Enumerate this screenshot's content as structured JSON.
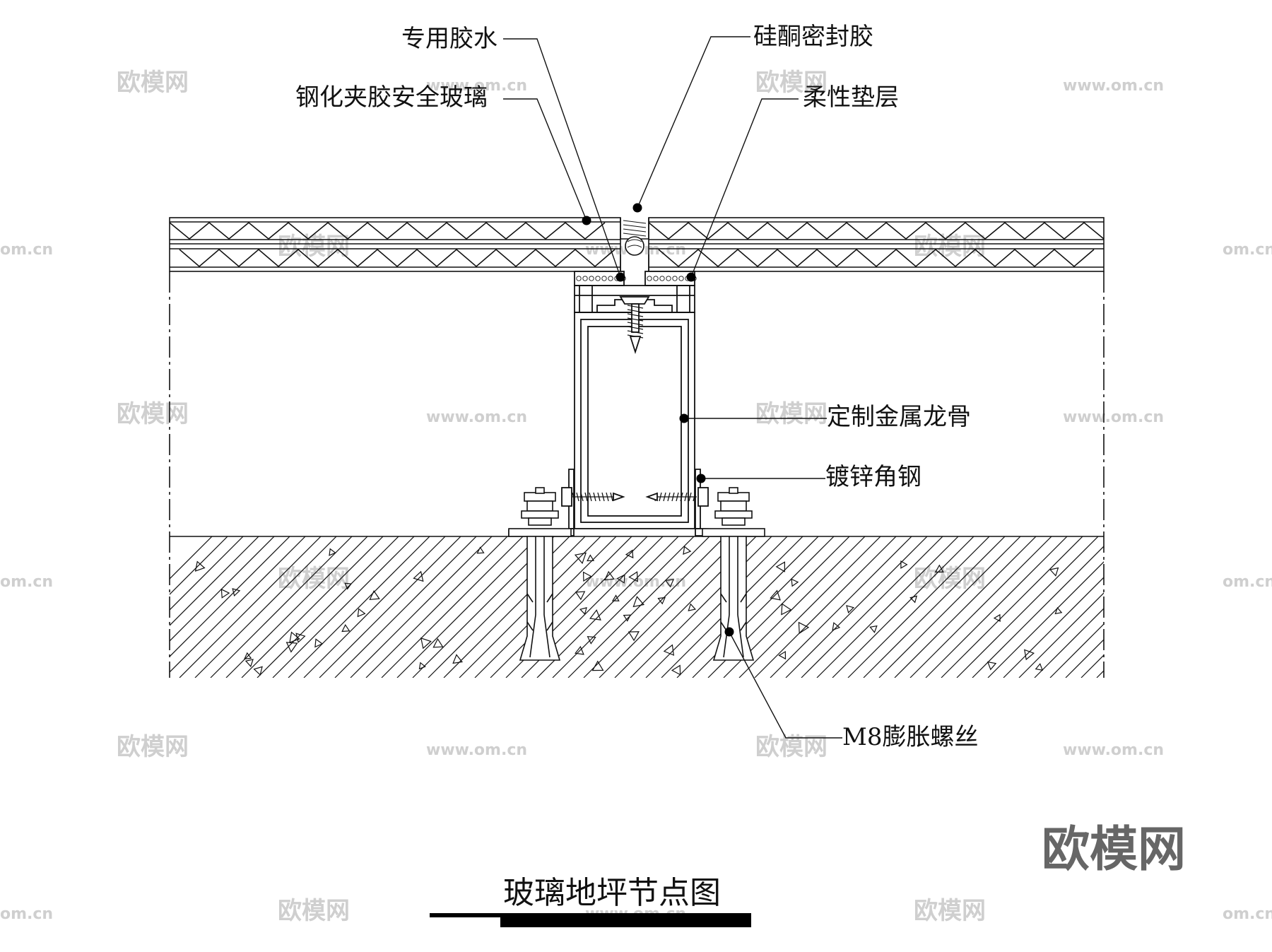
{
  "title": "玻璃地坪节点图",
  "brand": "欧模网",
  "watermarks": {
    "logo": "欧模网",
    "url": "www.om.cn",
    "url_short": "om.cn"
  },
  "labels": {
    "glue": "专用胶水",
    "silicone": "硅酮密封胶",
    "laminated_glass": "钢化夹胶安全玻璃",
    "flexible_pad": "柔性垫层",
    "metal_keel": "定制金属龙骨",
    "galv_angle": "镀锌角钢",
    "expansion_bolt": "M8膨胀螺丝"
  },
  "colors": {
    "line": "#111111",
    "watermark": "#cfcfcf",
    "brand": "#666666"
  }
}
